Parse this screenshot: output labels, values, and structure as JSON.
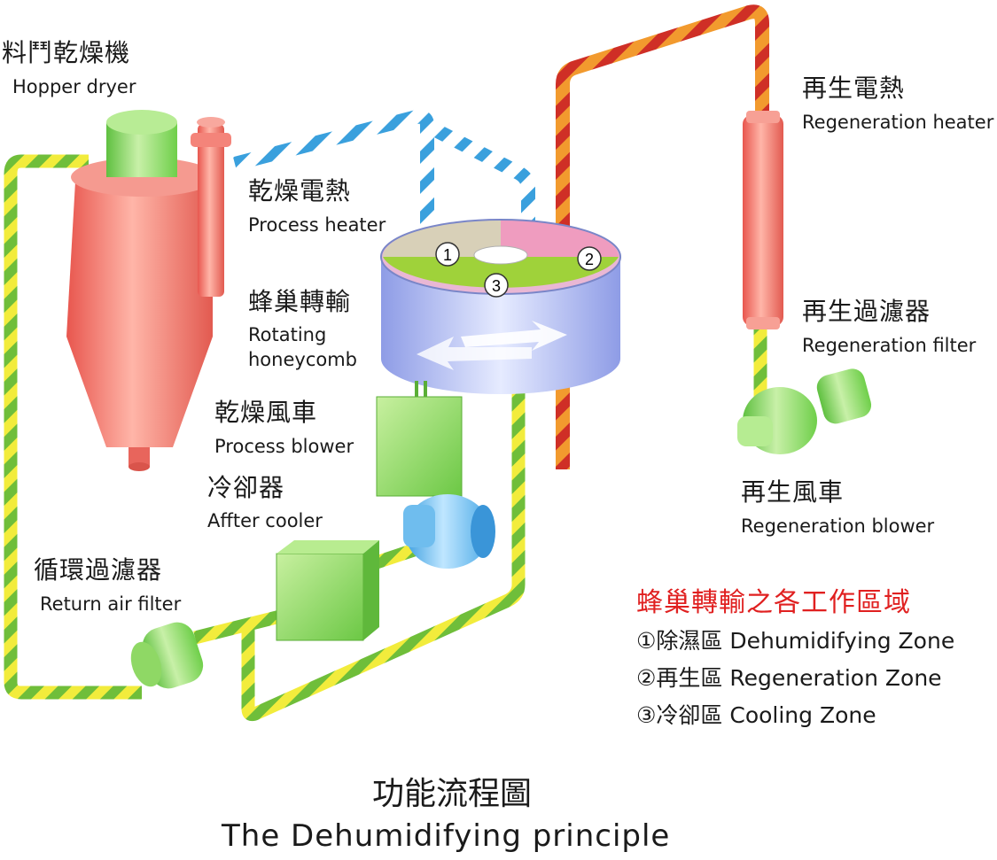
{
  "labels": {
    "hopper_dryer": {
      "zh": "料鬥乾燥機",
      "en": "Hopper dryer"
    },
    "process_heater": {
      "zh": "乾燥電熱",
      "en": "Process heater"
    },
    "rotating_honeycomb": {
      "zh": "蜂巢轉輸",
      "en_line1": "Rotating",
      "en_line2": "honeycomb"
    },
    "process_blower": {
      "zh": "乾燥風車",
      "en": "Process blower"
    },
    "after_cooler": {
      "zh": "冷卻器",
      "en": "Affter cooler"
    },
    "return_air_filter": {
      "zh": "循環過濾器",
      "en": "Return air filter"
    },
    "regeneration_heater": {
      "zh": "再生電熱",
      "en": "Regeneration heater"
    },
    "regeneration_filter": {
      "zh": "再生過濾器",
      "en": "Regeneration filter"
    },
    "regeneration_blower": {
      "zh": "再生風車",
      "en": "Regeneration blower"
    }
  },
  "zone_markers": [
    "1",
    "2",
    "3"
  ],
  "zones": {
    "title": "蜂巢轉輸之各工作區域",
    "items": [
      "①除濕區 Dehumidifying Zone",
      "②再生區 Regeneration Zone",
      "③冷卻區 Cooling Zone"
    ]
  },
  "footer": {
    "title_zh": "功能流程圖",
    "title_en": "The Dehumidifying principle"
  },
  "colors": {
    "heater_red": "#f07a70",
    "equipment_green": "#7fd35a",
    "blower_blue": "#5bb3ea",
    "rotor_blue": "#a6b2ec",
    "return_pipe": "#f2ec3c",
    "process_pipe": "#3aa0dd",
    "regen_pipe": "#d0342a",
    "zone_title_red": "#e02020"
  }
}
